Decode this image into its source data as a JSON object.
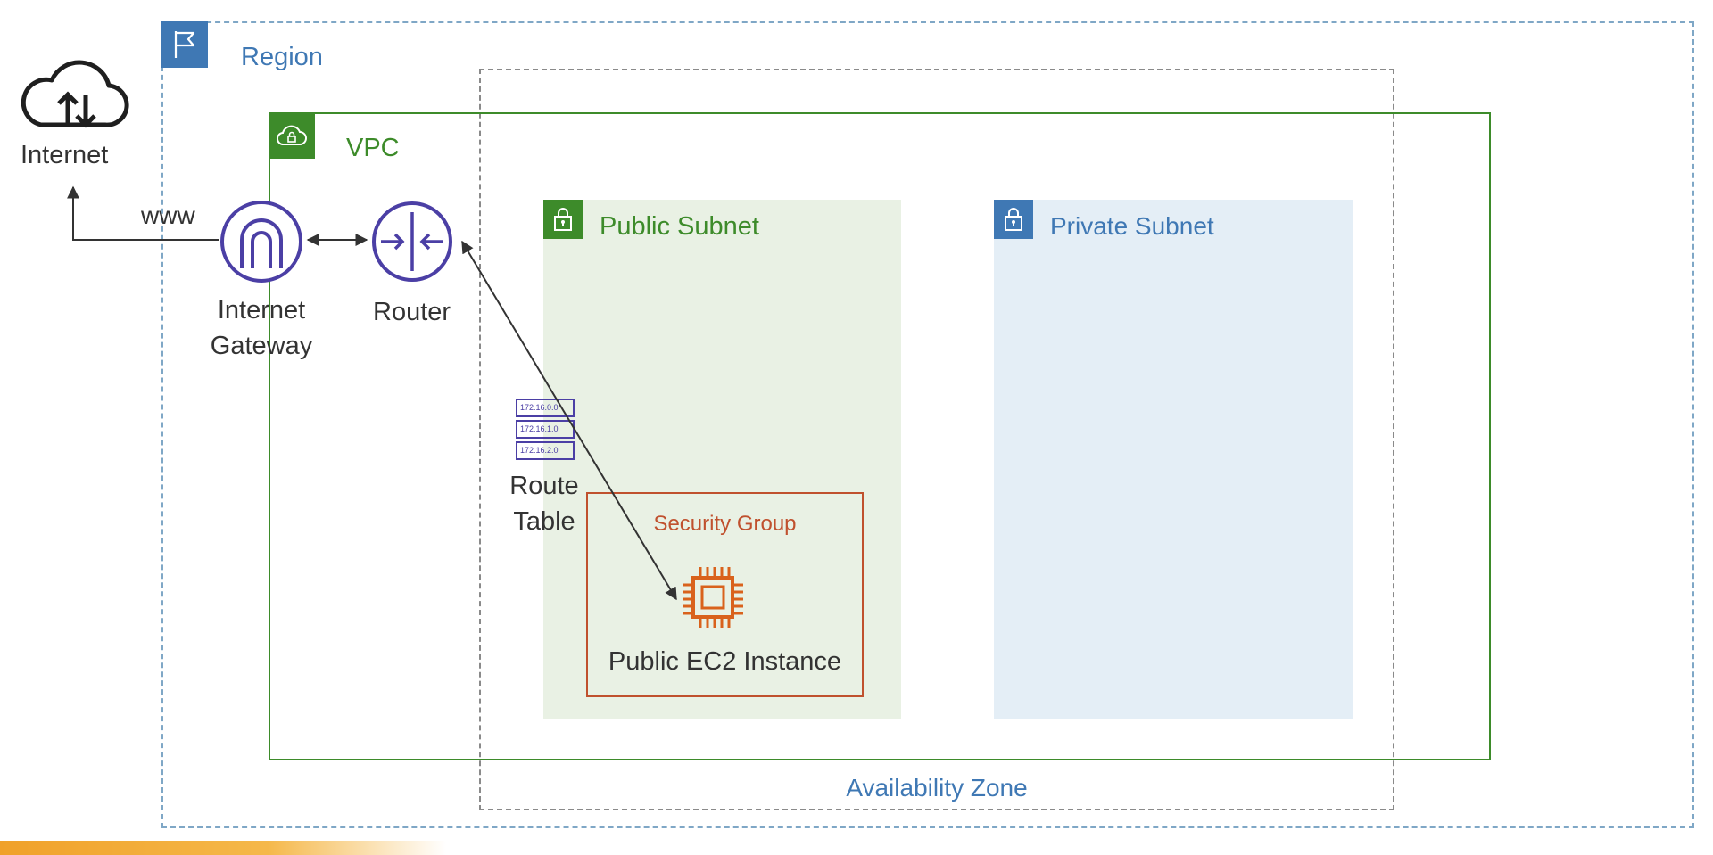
{
  "region": {
    "label": "Region",
    "icon": "flag-icon",
    "color": "#3f78b4"
  },
  "availability_zone": {
    "label": "Availability Zone",
    "color": "#3f78b4"
  },
  "vpc": {
    "label": "VPC",
    "icon": "cloud-lock-icon",
    "color": "#3d8b2a"
  },
  "public_subnet": {
    "label": "Public Subnet",
    "icon": "lock-icon",
    "color": "#3d8b2a"
  },
  "private_subnet": {
    "label": "Private Subnet",
    "icon": "lock-icon",
    "color": "#3f78b4"
  },
  "security_group": {
    "label": "Security Group",
    "color": "#c0512e"
  },
  "internet": {
    "label": "Internet",
    "icon": "cloud-upload-download-icon"
  },
  "www_label": "www",
  "internet_gateway": {
    "label_line1": "Internet",
    "label_line2": "Gateway",
    "icon": "internet-gateway-icon",
    "color": "#4b3fa5"
  },
  "router": {
    "label": "Router",
    "icon": "router-icon",
    "color": "#4b3fa5"
  },
  "route_table": {
    "label_line1": "Route",
    "label_line2": "Table",
    "icon": "route-table-icon",
    "entries": [
      "172.16.0.0",
      "172.16.1.0",
      "172.16.2.0"
    ]
  },
  "ec2": {
    "label": "Public EC2 Instance",
    "icon": "ec2-chip-icon",
    "color": "#d9621c"
  }
}
